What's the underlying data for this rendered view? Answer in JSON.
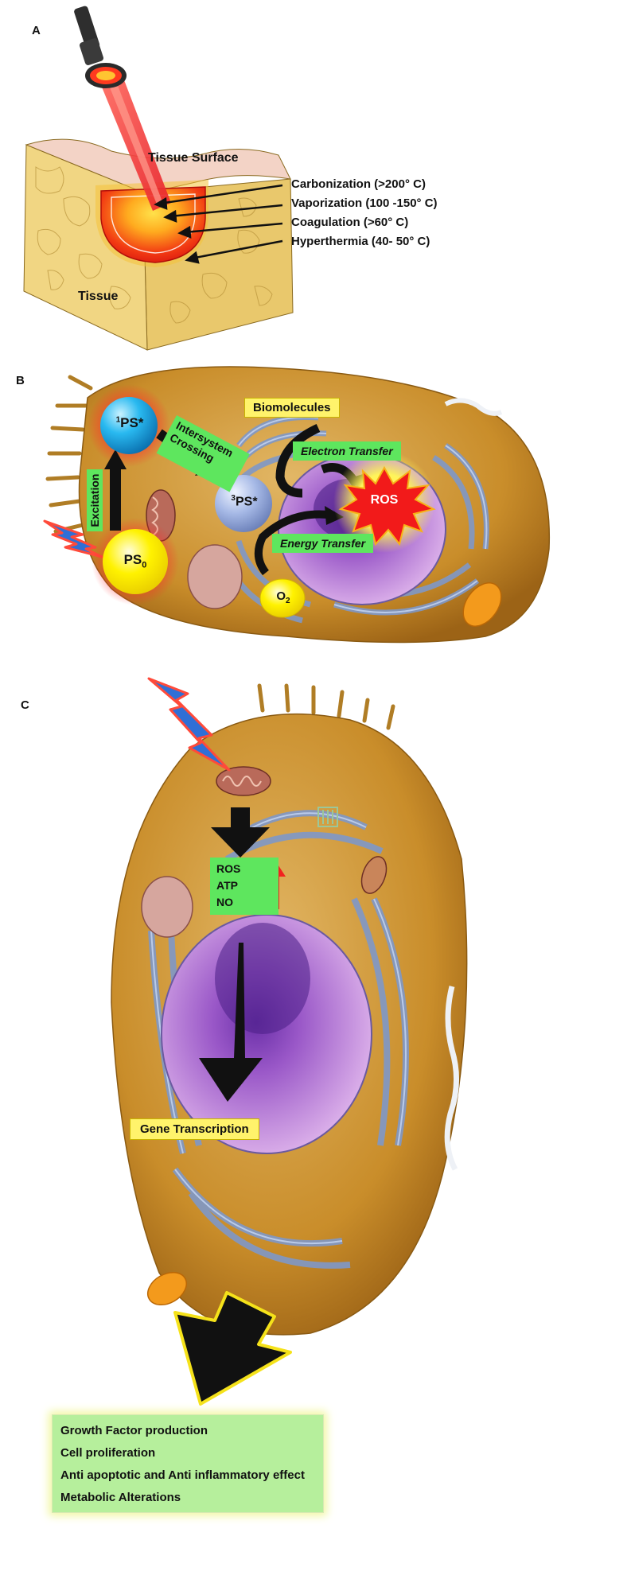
{
  "panels": {
    "a": "A",
    "b": "B",
    "c": "C"
  },
  "panel_a": {
    "tissue_surface": "Tissue Surface",
    "tissue": "Tissue",
    "zones": [
      "Carbonization (>200° C)",
      "Vaporization (100 -150° C)",
      "Coagulation (>60° C)",
      "Hyperthermia (40- 50° C)"
    ]
  },
  "panel_b": {
    "singlet_sup": "1",
    "singlet": "PS*",
    "triplet_sup": "3",
    "triplet": "PS*",
    "ground": "PS",
    "ground_sub": "0",
    "excitation": "Excitation",
    "isc_line1": "Intersystem",
    "isc_line2": "Crossing",
    "biomolecules": "Biomolecules",
    "electron_transfer": "Electron Transfer",
    "energy_transfer": "Energy Transfer",
    "ros": "ROS",
    "oxygen": "O",
    "oxygen_sub": "2"
  },
  "panel_c": {
    "mediators": [
      "ROS",
      "ATP",
      "NO"
    ],
    "gene_transcription": "Gene Transcription",
    "outcomes": [
      "Growth Factor production",
      "Cell proliferation",
      "Anti apoptotic and Anti inflammatory effect",
      "Metabolic Alterations"
    ]
  },
  "colors": {
    "tissue": "#f3dd8a",
    "tissue_surface": "#f3d3c6",
    "laser": "#e8232b",
    "label_yellow": "#fff36b",
    "label_green": "#5ee65e",
    "cell_body": "#c98d2a",
    "er_blue": "#7f98c8",
    "nucleus": "#c691d8",
    "outcome_green": "#b6ef9c"
  }
}
